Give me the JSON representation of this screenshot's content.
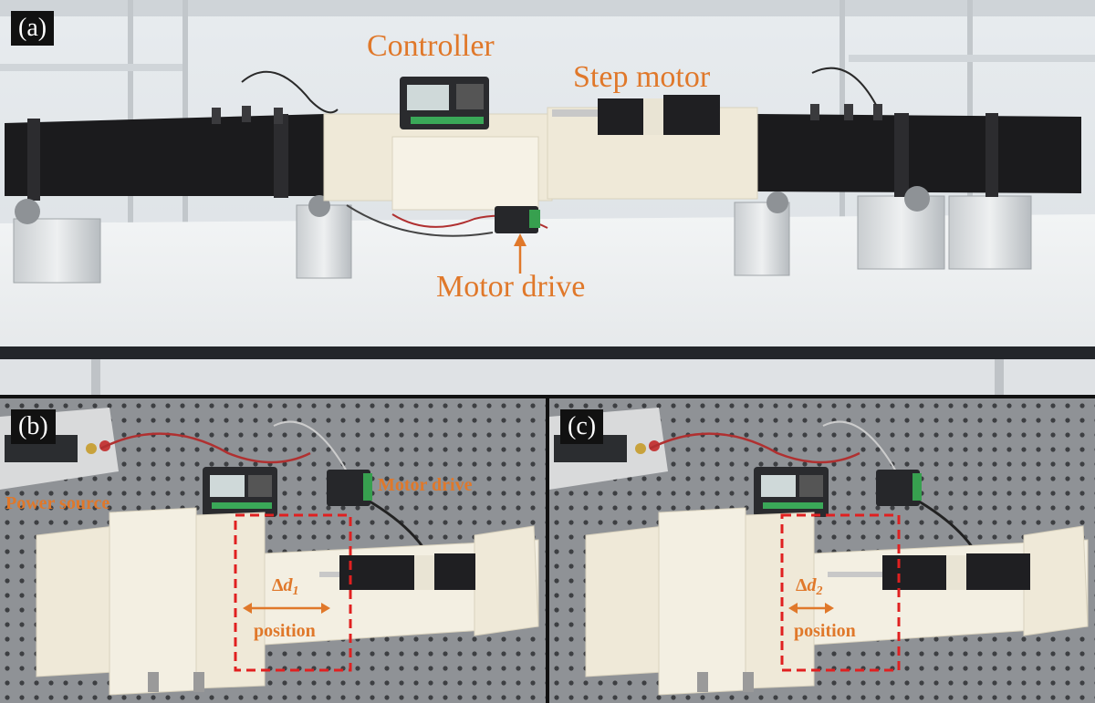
{
  "panels": {
    "a": {
      "tag": "(a)",
      "labels": {
        "controller": "Controller",
        "step_motor": "Step motor",
        "motor_drive": "Motor drive"
      }
    },
    "b": {
      "tag": "(b)",
      "labels": {
        "power_source": "Power source",
        "motor_drive": "Motor drive",
        "delta": "Δ",
        "d": "d",
        "sub": "1",
        "position": "position"
      }
    },
    "c": {
      "tag": "(c)",
      "labels": {
        "delta": "Δ",
        "d": "d",
        "sub": "2",
        "position": "position"
      }
    }
  },
  "colors": {
    "label": "#e0782a",
    "dashed_box": "#e02020",
    "enclosure": "#1b1b1d",
    "nylon": "#efe9d8"
  }
}
